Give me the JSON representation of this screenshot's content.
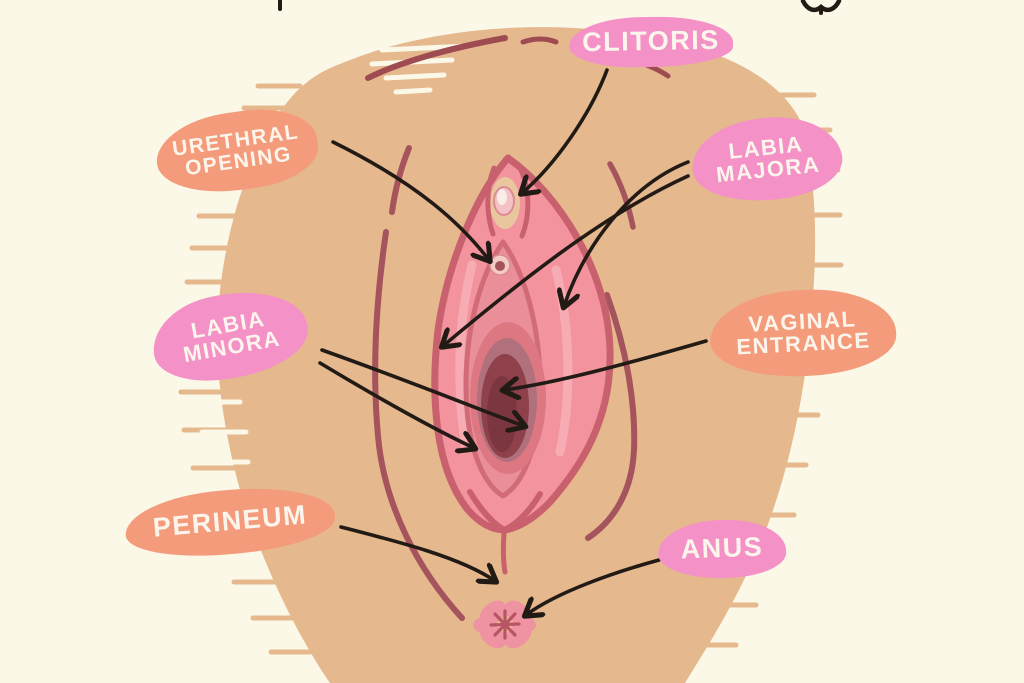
{
  "diagram": {
    "title": "vulva-anatomy-diagram",
    "colors": {
      "background": "#FBF8E8",
      "skin": "#E5B88E",
      "crease": "#A5535C",
      "vulva_outline": "#C8616D",
      "vulva_fill": "#F2939E",
      "inner_fold": "#EA8E99",
      "vaginal_dark": "#8E414B",
      "vaginal_darkest": "#7B3640",
      "anus_pink": "#EF92A2",
      "arrow": "#221B15",
      "bubble_pink": "#F491C6",
      "bubble_orange": "#F49B7B",
      "label_text": "#FCF5EC"
    },
    "labels": [
      {
        "id": "clitoris",
        "lines": [
          "CLITORIS"
        ],
        "color": "#F491C6"
      },
      {
        "id": "urethral-opening",
        "lines": [
          "URETHRAL",
          "OPENING"
        ],
        "color": "#F49B7B"
      },
      {
        "id": "labia-majora",
        "lines": [
          "LABIA",
          "MAJORA"
        ],
        "color": "#F491C6"
      },
      {
        "id": "labia-minora",
        "lines": [
          "LABIA",
          "MINORA"
        ],
        "color": "#F491C6"
      },
      {
        "id": "vaginal-entrance",
        "lines": [
          "VAGINAL",
          "ENTRANCE"
        ],
        "color": "#F49B7B"
      },
      {
        "id": "perineum",
        "lines": [
          "PERINEUM"
        ],
        "color": "#F49B7B"
      },
      {
        "id": "anus",
        "lines": [
          "ANUS"
        ],
        "color": "#F491C6"
      }
    ]
  }
}
